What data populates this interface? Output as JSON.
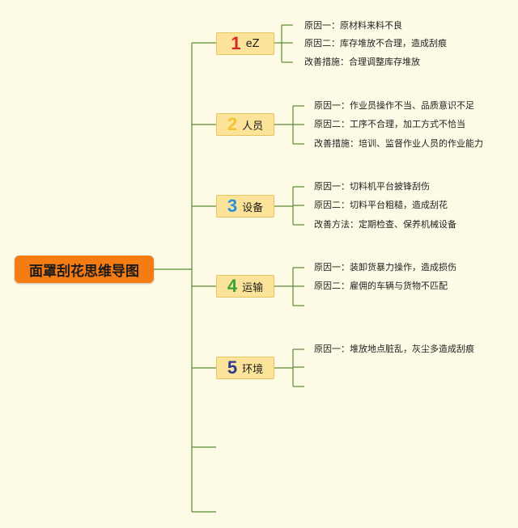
{
  "root": {
    "title": "面罩刮花思维导图"
  },
  "colors": {
    "line": "#5a8a32",
    "root_bg": "#f57c12",
    "cat_bg": "#fce39a",
    "num1": "#d62828",
    "num2": "#f4c430",
    "num3": "#2a8fd6",
    "num4": "#3aa33a",
    "num5": "#2a3a8f"
  },
  "categories": [
    {
      "num": "1",
      "label": "eZ",
      "items": [
        "原因一：原材料来料不良",
        "原因二：库存堆放不合理，造成刮痕",
        "改善措施：合理调整库存堆放"
      ]
    },
    {
      "num": "2",
      "label": "人员",
      "items": [
        "原因一：作业员操作不当、品质意识不足",
        "原因二：工序不合理，加工方式不恰当",
        "改善措施：培训、监督作业人员的作业能力"
      ]
    },
    {
      "num": "3",
      "label": "设备",
      "items": [
        "原因一：切料机平台披锋刮伤",
        "原因二：切料平台粗糙，造成刮花",
        "改善方法：定期检查、保养机械设备"
      ]
    },
    {
      "num": "4",
      "label": "运输",
      "items": [
        "原因一：装卸货暴力操作，造成损伤",
        "原因二：雇佣的车辆与货物不匹配",
        ""
      ]
    },
    {
      "num": "5",
      "label": "环境",
      "items": [
        "原因一：堆放地点脏乱，灰尘多造成刮痕",
        "",
        ""
      ]
    }
  ]
}
